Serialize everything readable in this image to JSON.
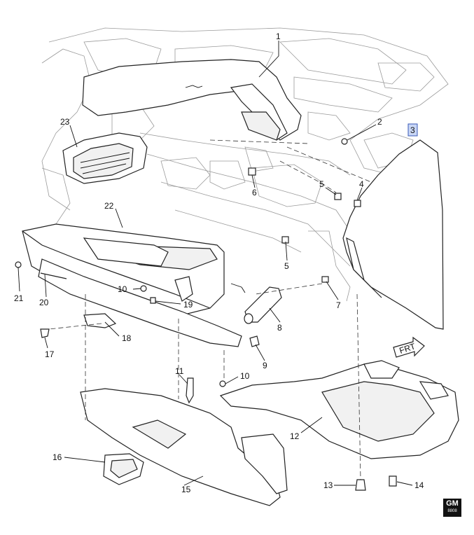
{
  "callouts": [
    {
      "id": "1",
      "label": "1"
    },
    {
      "id": "2",
      "label": "2"
    },
    {
      "id": "3",
      "label": "3"
    },
    {
      "id": "4",
      "label": "4"
    },
    {
      "id": "5a",
      "label": "5"
    },
    {
      "id": "5b",
      "label": "5"
    },
    {
      "id": "6",
      "label": "6"
    },
    {
      "id": "7",
      "label": "7"
    },
    {
      "id": "8",
      "label": "8"
    },
    {
      "id": "9",
      "label": "9"
    },
    {
      "id": "10a",
      "label": "10"
    },
    {
      "id": "10b",
      "label": "10"
    },
    {
      "id": "11",
      "label": "11"
    },
    {
      "id": "12",
      "label": "12"
    },
    {
      "id": "13",
      "label": "13"
    },
    {
      "id": "14",
      "label": "14"
    },
    {
      "id": "15",
      "label": "15"
    },
    {
      "id": "16",
      "label": "16"
    },
    {
      "id": "17",
      "label": "17"
    },
    {
      "id": "18",
      "label": "18"
    },
    {
      "id": "19",
      "label": "19"
    },
    {
      "id": "20",
      "label": "20"
    },
    {
      "id": "21",
      "label": "21"
    },
    {
      "id": "22",
      "label": "22"
    },
    {
      "id": "23",
      "label": "23"
    }
  ],
  "highlighted_callout": "3",
  "direction_arrow": {
    "label": "FRT"
  },
  "logo": {
    "text": "GM",
    "subtext": "8808"
  }
}
